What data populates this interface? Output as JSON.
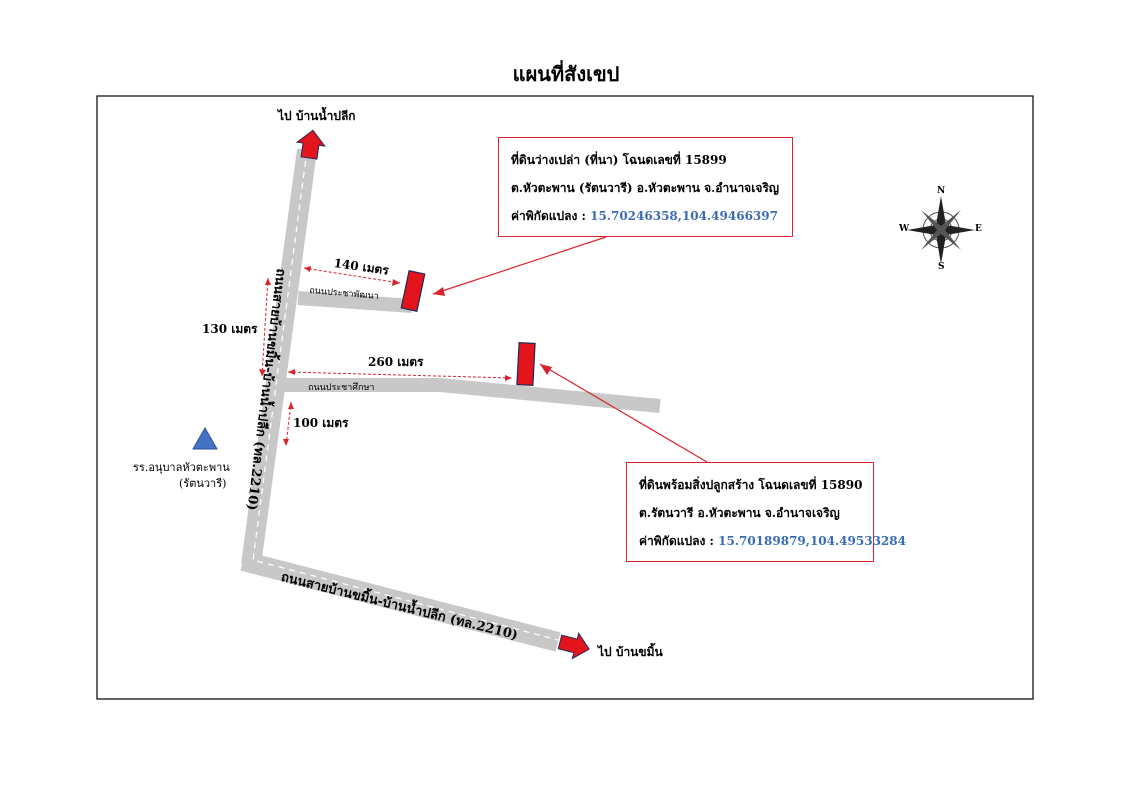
{
  "title": "แผนที่สังเขป",
  "destinations": {
    "north": "ไป บ้านน้ำปลีก",
    "south": "ไป บ้านขมิ้น"
  },
  "parcel_1": {
    "line1": "ที่ดินว่างเปล่า (ที่นา) โฉนดเลขที่ 15899",
    "line2": "ต.หัวตะพาน (รัตนวารี) อ.หัวตะพาน จ.อำนาจเจริญ",
    "coord_label": "ค่าพิกัดแปลง :",
    "coord_value": "15.70246358,104.49466397"
  },
  "parcel_2": {
    "line1": "ที่ดินพร้อมสิ่งปลูกสร้าง โฉนดเลขที่ 15890",
    "line2": "ต.รัตนวารี อ.หัวตะพาน จ.อำนาจเจริญ",
    "coord_label": "ค่าพิกัดแปลง :",
    "coord_value": "15.70189879,104.49533284"
  },
  "distances": {
    "d140": "140 เมตร",
    "d260": "260 เมตร",
    "d130": "130 เมตร",
    "d100": "100 เมตร"
  },
  "roads": {
    "main_vertical": "ถนนสายบ้านขมิ้น-บ้านน้ำปลีก (ทล.2210)",
    "main_bottom": "ถนนสายบ้านขมิ้น-บ้านน้ำปลีก (ทล.2210)",
    "branch_upper": "ถนนประชาพัฒนา",
    "branch_lower": "ถนนประชาศึกษา"
  },
  "school": {
    "line1": "รร.อนุบาลหัวตะพาน",
    "line2": "(รัตนวารี)"
  },
  "compass": {
    "n": "N",
    "s": "S",
    "e": "E",
    "w": "W"
  },
  "colors": {
    "road": "#c8c8c8",
    "parcel": "#e3141b",
    "annotation": "#d9232e",
    "school": "#4472c4",
    "coord_text": "#3a6cb5"
  }
}
